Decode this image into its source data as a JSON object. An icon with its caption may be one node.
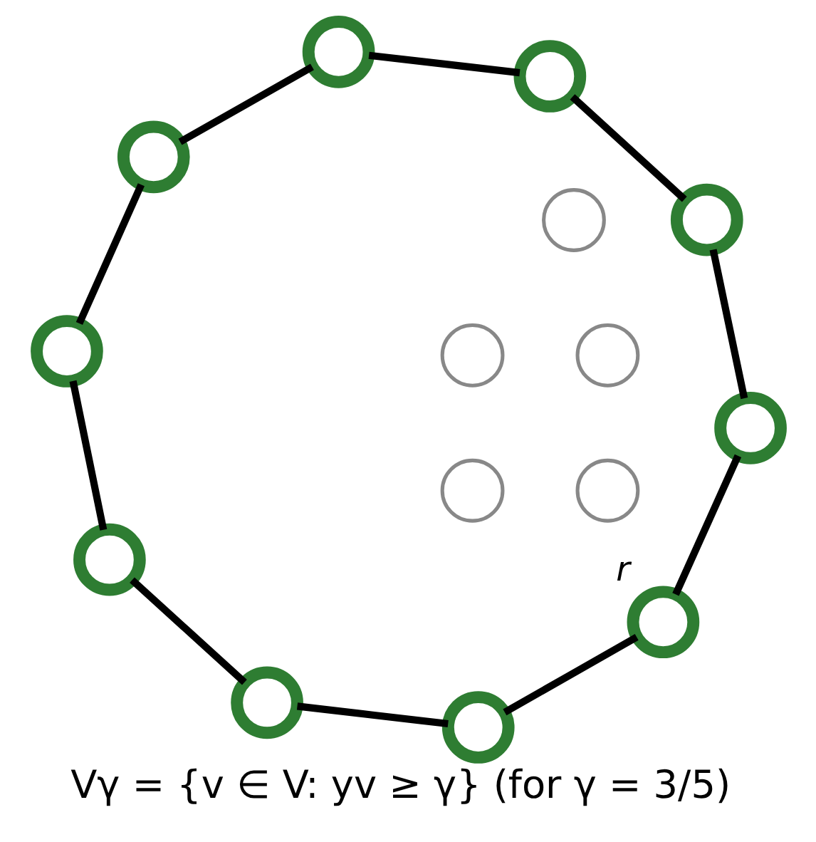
{
  "diagram": {
    "caption": "Vγ = {v ∈ V: yv ≥ γ} (for γ = 3/5)",
    "nodes": [
      {
        "text": [],
        "shape": "circle"
      },
      {
        "text": [],
        "shape": "circle"
      },
      {
        "text": [],
        "shape": "circle"
      },
      {
        "text": [],
        "shape": "circle"
      },
      {
        "text": [],
        "shape": "circle"
      },
      {
        "text": [],
        "shape": "circle"
      },
      {
        "text": [],
        "shape": "circle"
      },
      {
        "text": [],
        "shape": "circle"
      },
      {
        "text": [],
        "shape": "circle"
      },
      {
        "text": [],
        "shape": "circle"
      },
      {
        "text": [],
        "shape": "circle"
      },
      {
        "text": [],
        "shape": "circle"
      },
      {
        "text": [],
        "shape": "circle"
      },
      {
        "text": [],
        "shape": "circle"
      },
      {
        "text": [],
        "shape": "circle",
        "beside": [
          "r"
        ]
      }
    ],
    "edges": [
      {
        "from": 14,
        "to": 13,
        "arrow": "none"
      },
      {
        "from": 13,
        "to": 7,
        "arrow": "none"
      },
      {
        "from": 7,
        "to": 2,
        "arrow": "none"
      },
      {
        "from": 2,
        "to": 1,
        "arrow": "none"
      },
      {
        "from": 1,
        "to": 0,
        "arrow": "none"
      },
      {
        "from": 0,
        "to": 4,
        "arrow": "none"
      },
      {
        "from": 4,
        "to": 8,
        "arrow": "none"
      },
      {
        "from": 8,
        "to": 9,
        "arrow": "none"
      },
      {
        "from": 9,
        "to": 11,
        "arrow": "none"
      },
      {
        "from": 11,
        "to": 14,
        "arrow": "none"
      }
    ]
  }
}
